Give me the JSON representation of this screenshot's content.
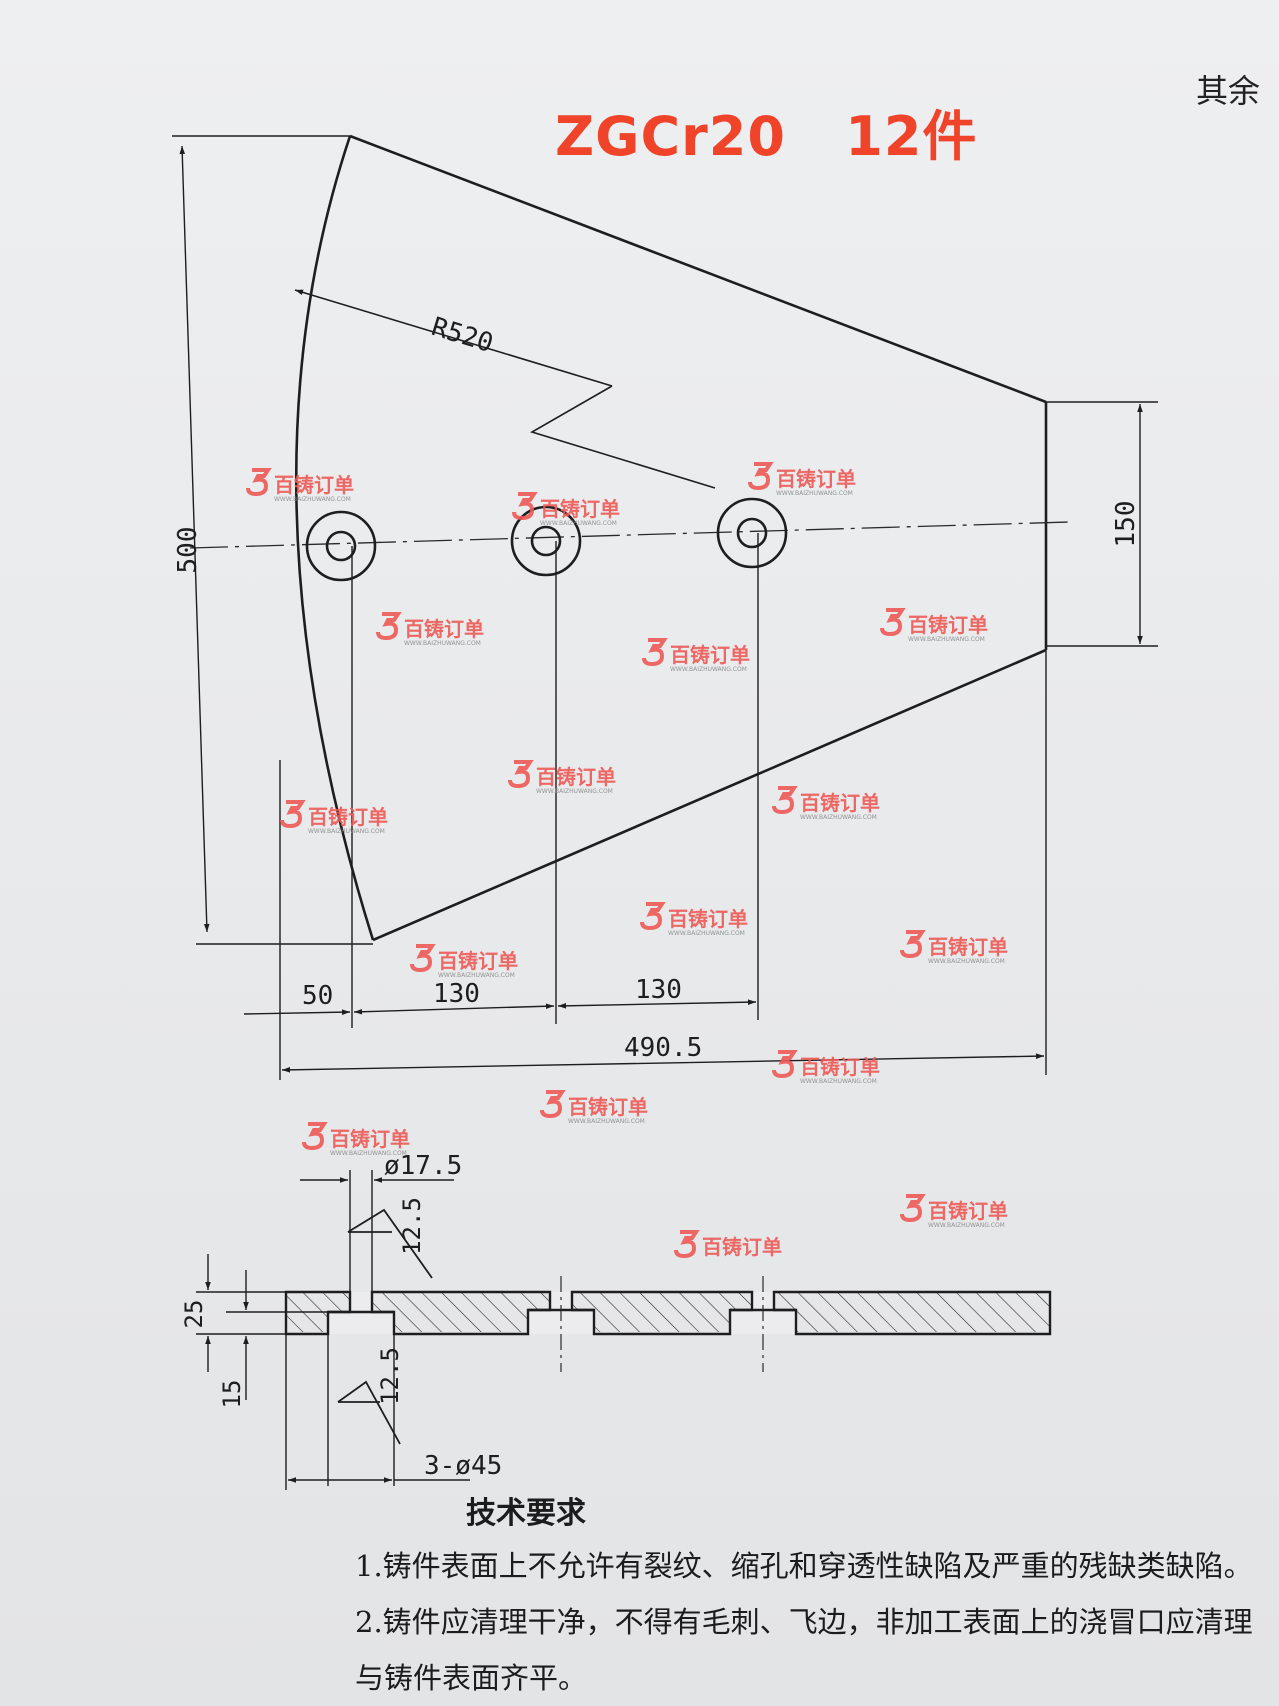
{
  "title": "ZGCr20   12件",
  "corner_note": "其余",
  "top_view": {
    "radius_label": "R520",
    "height_label": "500",
    "right_height_label": "150",
    "spacing_labels": [
      "50",
      "130",
      "130"
    ],
    "overall_length_label": "490.5"
  },
  "section_view": {
    "hole_dia_label": "ø17.5",
    "roughness_top_label": "12.5",
    "roughness_bottom_label": "12.5",
    "thickness_label": "25",
    "recess_depth_label": "15",
    "counterbore_label": "3-ø45"
  },
  "requirements": {
    "heading": "技术要求",
    "items": [
      "1.铸件表面上不允许有裂纹、缩孔和穿透性缺陷及严重的残缺类缺陷。",
      "2.铸件应清理干净，不得有毛刺、飞边，非加工表面上的浇冒口应清理",
      "与铸件表面齐平。"
    ]
  },
  "watermark": {
    "text": "百铸订单",
    "sub": "WWW.BAIZHUWANG.COM"
  },
  "colors": {
    "title": "#f0442a",
    "ink": "#1e1e1e",
    "watermark": "#ee5a55"
  }
}
